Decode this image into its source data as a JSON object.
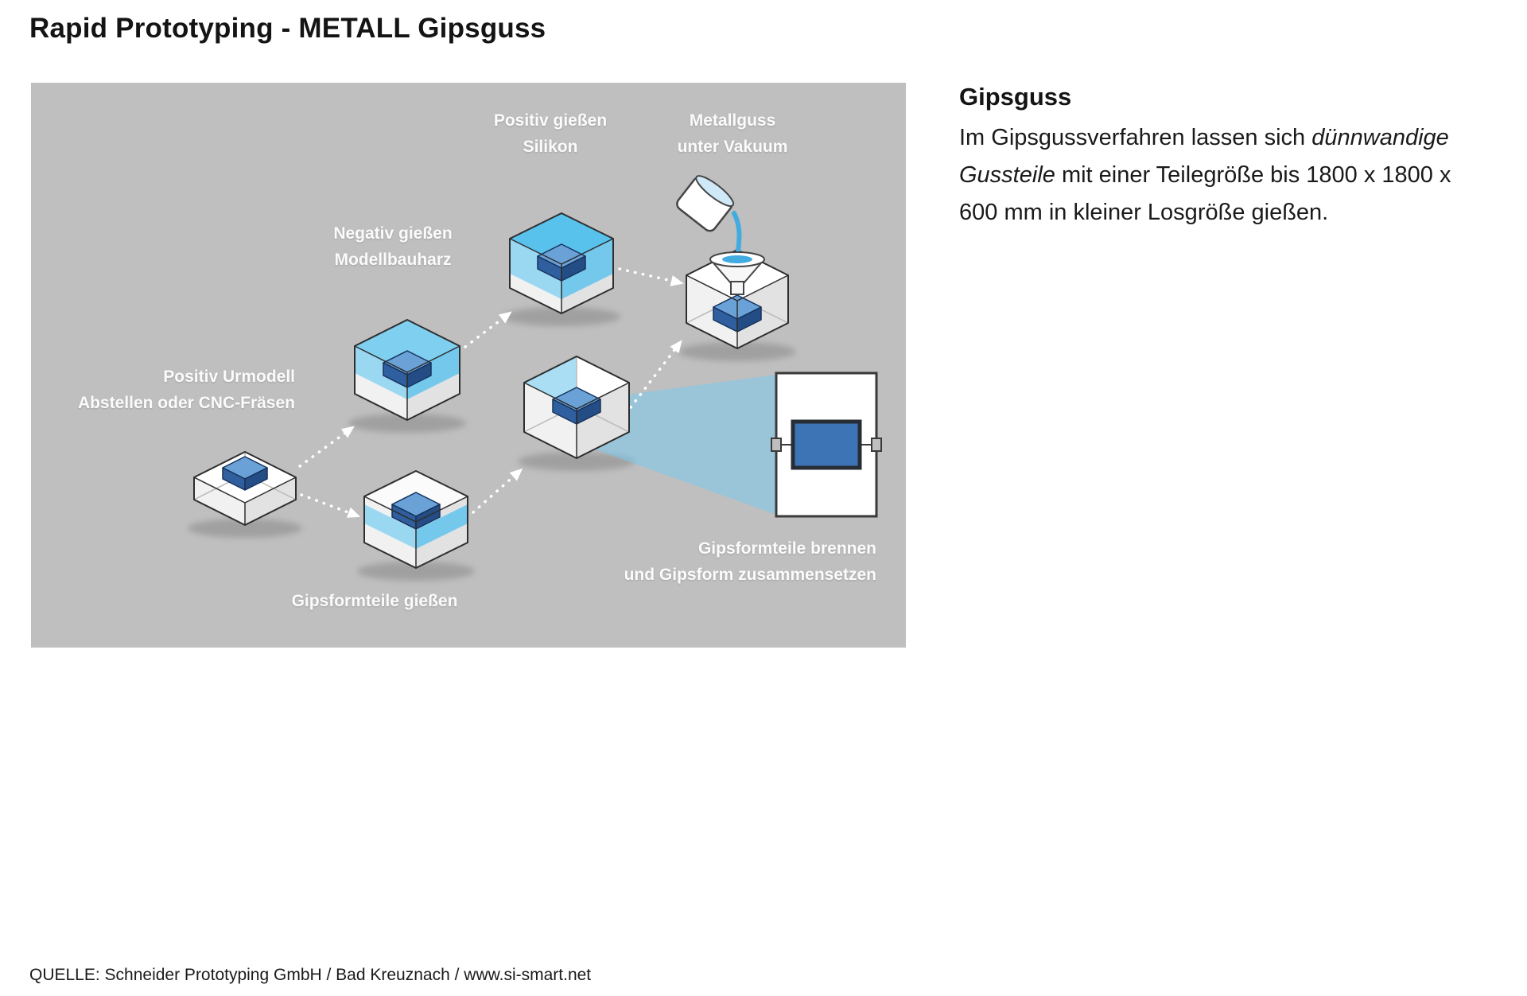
{
  "page": {
    "title": "Rapid Prototyping - METALL Gipsguss",
    "source": "QUELLE: Schneider Prototyping GmbH / Bad Kreuznach / www.si-smart.net"
  },
  "description": {
    "heading": "Gipsguss",
    "body_part1": "Im Gipsgussverfahren lassen sich ",
    "body_italic": "dünnwandige Gussteile",
    "body_part2": " mit einer Teilegröße bis 1800 x 1800 x 600 mm in kleiner Losgröße gießen."
  },
  "diagram": {
    "labels": {
      "positiv_silikon": "Positiv gießen\nSilikon",
      "metallguss": "Metallguss\nunter Vakuum",
      "negativ": "Negativ gießen\nModellbauharz",
      "urmodell": "Positiv Urmodell\nAbstellen oder CNC-Fräsen",
      "gips_giessen": "Gipsformteile gießen",
      "gips_brennen": "Gipsformteile brennen\nund Gipsform zusammensetzen"
    },
    "colors": {
      "panel_bg": "#bfbfbf",
      "liquid_blue_top": "#58c1ec",
      "liquid_blue_left": "#9ad8f2",
      "liquid_blue_right": "#74c8ec",
      "part_blue": "#3c74b6",
      "label_text": "#fbfbfb"
    }
  }
}
